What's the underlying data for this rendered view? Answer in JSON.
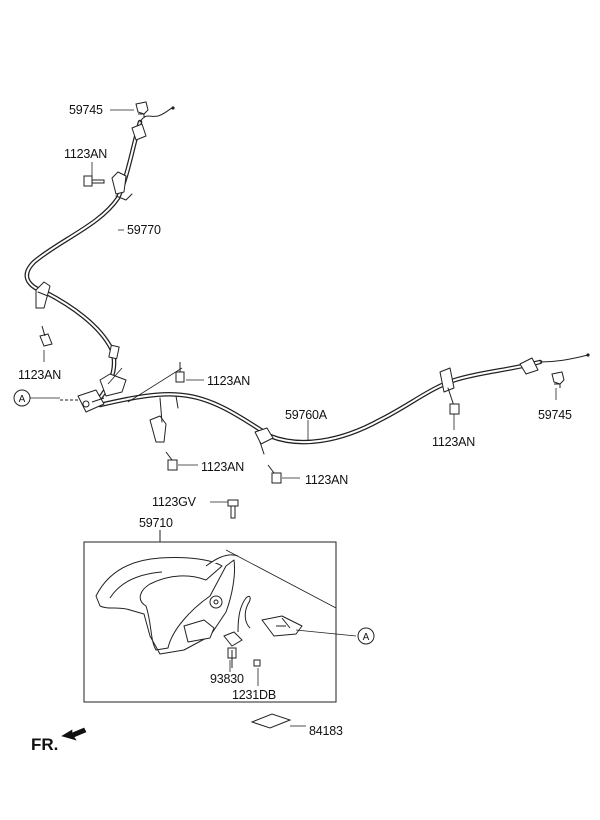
{
  "diagram": {
    "labels": {
      "p59745_top": "59745",
      "p1123AN_a": "1123AN",
      "p59770": "59770",
      "p1123AN_b": "1123AN",
      "p1123AN_c": "1123AN",
      "p59760A": "59760A",
      "p1123AN_d": "1123AN",
      "p59745_right": "59745",
      "p1123AN_e": "1123AN",
      "p1123AN_f": "1123AN",
      "p1123GV": "1123GV",
      "p59710": "59710",
      "p93830": "93830",
      "p1231DB": "1231DB",
      "p84183": "84183"
    },
    "callouts": {
      "left": "A",
      "right": "A"
    },
    "orientation": "FR."
  }
}
